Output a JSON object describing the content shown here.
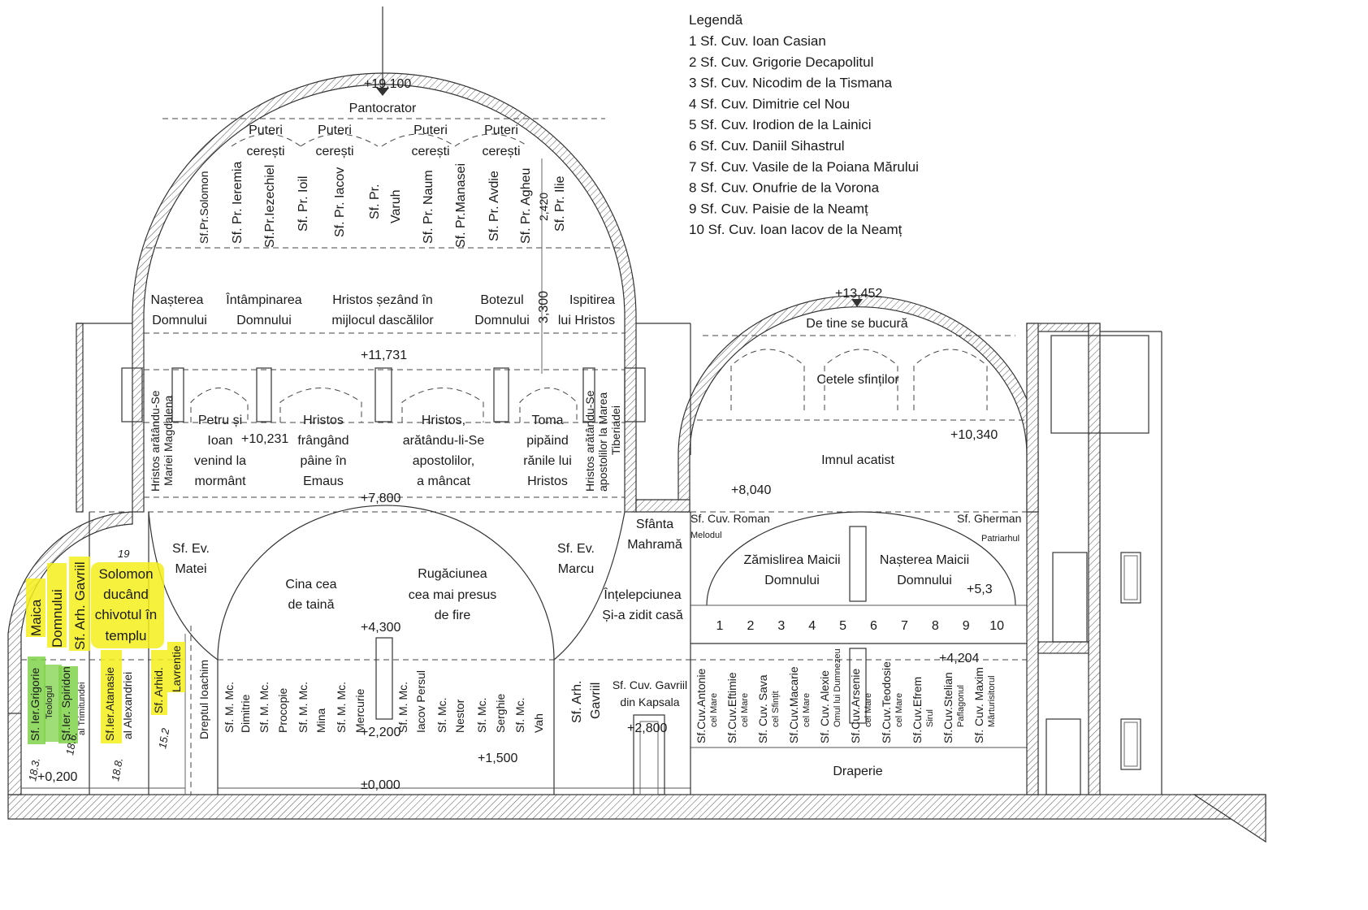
{
  "legend": {
    "title": "Legendă",
    "items": [
      "1 Sf. Cuv. Ioan Casian",
      "2 Sf. Cuv. Grigorie Decapolitul",
      "3 Sf. Cuv. Nicodim de la Tismana",
      "4 Sf. Cuv. Dimitrie cel Nou",
      "5 Sf. Cuv. Irodion de la Lainici",
      "6 Sf. Cuv. Daniil Sihastrul",
      "7 Sf. Cuv. Vasile de la Poiana Mărului",
      "8 Sf. Cuv. Onufrie de la Vorona",
      "9 Sf. Cuv. Paisie de la Neamț",
      "10 Sf. Cuv. Ioan Iacov de la Neamț"
    ]
  },
  "elevations": {
    "top": "+19,100",
    "dome2_top": "+13,452",
    "e11731": "+11,731",
    "e10340": "+10,340",
    "e10231": "+10,231",
    "e8040": "+8,040",
    "e7800": "+7,800",
    "e5_3": "+5,3",
    "e4300": "+4,300",
    "e4204": "+4,204",
    "e2800": "+2,800",
    "e2200": "+2,200",
    "e1500": "+1,500",
    "e0200": "+0,200",
    "e0000": "±0,000",
    "dim2420": "2,420",
    "dim3300": "3,300"
  },
  "main_dome": {
    "top": "Pantocrator",
    "powers": [
      {
        "l1": "Puteri",
        "l2": "cerești"
      },
      {
        "l1": "Puteri",
        "l2": "cerești"
      },
      {
        "l1": "Puteri",
        "l2": "cerești"
      },
      {
        "l1": "Puteri",
        "l2": "cerești"
      }
    ],
    "prophets": [
      "Sf.Pr.Solomon",
      "Sf. Pr. Ieremia",
      "Sf.Pr.Iezechiel",
      "Sf. Pr. Ioil",
      "Sf. Pr. Iacov",
      "Sf. Pr.",
      "Varuh",
      "Sf. Pr. Naum",
      "Sf. Pr.Manasei",
      "Sf. Pr. Avdie",
      "Sf. Pr. Agheu",
      "Sf. Pr. Ilie"
    ],
    "feasts": [
      {
        "l1": "Nașterea",
        "l2": "Domnului"
      },
      {
        "l1": "Întâmpinarea",
        "l2": "Domnului"
      },
      {
        "l1": "Hristos șezând în",
        "l2": "mijlocul dascălilor"
      },
      {
        "l1": "Botezul",
        "l2": "Domnului"
      },
      {
        "l1": "Ispitirea",
        "l2": "lui Hristos"
      }
    ],
    "drum_left_v1": "Hristos arătându-Se",
    "drum_left_v2": "Mariei Magdalena",
    "drum_right_v1": "Hristos arătându-Se",
    "drum_right_v2": "apostolilor la Marea",
    "drum_right_v3": "Tiberiadei",
    "drum": [
      {
        "lines": [
          "Petru și",
          "Ioan",
          "venind la",
          "mormânt"
        ]
      },
      {
        "lines": [
          "Hristos",
          "frângând",
          "pâine în",
          "Emaus"
        ]
      },
      {
        "lines": [
          "Hristos,",
          "arătându-li-Se",
          "apostolilor,",
          "a mâncat"
        ]
      },
      {
        "lines": [
          "Toma",
          "pipăind",
          "rănile lui",
          "Hristos"
        ]
      }
    ]
  },
  "lower": {
    "matei": {
      "l1": "Sf. Ev.",
      "l2": "Matei"
    },
    "marcu": {
      "l1": "Sf. Ev.",
      "l2": "Marcu"
    },
    "cina": {
      "l1": "Cina cea",
      "l2": "de taină"
    },
    "rugaciunea": {
      "l1": "Rugăciunea",
      "l2": "cea mai presus",
      "l3": "de fire"
    },
    "mahrama": {
      "l1": "Sfânta",
      "l2": "Mahramă"
    },
    "intelepciunea": {
      "l1": "Înțelepciunea",
      "l2": "Și-a zidit casă"
    },
    "martyrs": [
      "Dreptul Ioachim",
      "Sf. M. Mc.",
      "Dimitrie",
      "Sf. M. Mc.",
      "Procopie",
      "Sf. M. Mc.",
      "Mina",
      "Sf. M. Mc.",
      "Mercurie",
      "Sf. M. Mc.",
      "Iacov Persul",
      "Sf. Mc.",
      "Nestor",
      "Sf. Mc.",
      "Serghie",
      "Sf. Mc.",
      "Vah"
    ],
    "gavriil": {
      "l1": "Sf. Arh.",
      "l2": "Gavriil"
    },
    "kapsala": {
      "l1": "Sf. Cuv. Gavriil",
      "l2": "din Kapsala"
    }
  },
  "apse": {
    "maica": "Maica",
    "domnului": "Domnului",
    "arh_gavriil": "Sf. Arh. Gavriil",
    "solomon": [
      "Solomon",
      "ducând",
      "chivotul în",
      "templu"
    ],
    "ier_grigorie": "Sf. Ier.Grigorie",
    "teologul": "Teologul",
    "ier_spiridon": "Sf.Ier. Spiridon",
    "trimitundei": "al Trimitundei",
    "ier_atanasie": "Sf.Ier.Atanasie",
    "alexandriei": "al Alexandriei",
    "arhid": "Sf. Arhid.",
    "lavrentie": "Lavrentie",
    "hand_19": "19",
    "hand_18_3": "18.3.",
    "hand_18_6": "18.6.",
    "hand_18_8": "18.8.",
    "hand_15_2": "15.2"
  },
  "narthex": {
    "top": "De tine se bucură",
    "cetele": "Cetele sfinților",
    "imnul": "Imnul acatist",
    "roman": "Sf. Cuv. Roman",
    "melodul": "Melodul",
    "gherman": "Sf. Gherman",
    "patriarhul": "Patriarhul",
    "zamislirea": {
      "l1": "Zămislirea Maicii",
      "l2": "Domnului"
    },
    "nasterea": {
      "l1": "Nașterea Maicii",
      "l2": "Domnului"
    },
    "numbers": [
      "1",
      "2",
      "3",
      "4",
      "5",
      "6",
      "7",
      "8",
      "9",
      "10"
    ],
    "saints": [
      {
        "l1": "Sf.Cuv.Antonie",
        "l2": "cel Mare"
      },
      {
        "l1": "Sf.Cuv.Eftimie",
        "l2": "cel Mare"
      },
      {
        "l1": "Sf. Cuv. Sava",
        "l2": "cel Sfințit"
      },
      {
        "l1": "Sf.Cuv.Macarie",
        "l2": "cel Mare"
      },
      {
        "l1": "Sf. Cuv. Alexie",
        "l2": "Omul lui Dumnezeu"
      },
      {
        "l1": "Sf.Cuv.Arsenie",
        "l2": "cel Mare"
      },
      {
        "l1": "Sf.Cuv.Teodosie",
        "l2": "cel Mare"
      },
      {
        "l1": "Sf.Cuv.Efrem",
        "l2": "Sirul"
      },
      {
        "l1": "Sf.Cuv.Stelian",
        "l2": "Paflagonul"
      },
      {
        "l1": "Sf. Cuv. Maxim",
        "l2": "Mărturisitorul"
      }
    ],
    "draperie": "Draperie"
  }
}
